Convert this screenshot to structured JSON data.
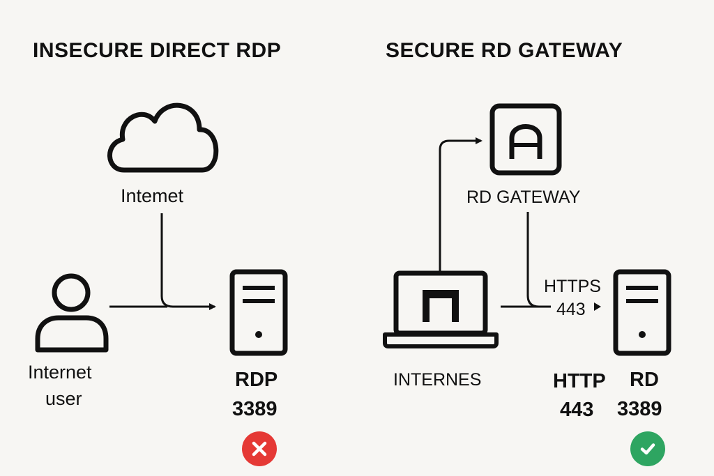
{
  "left_panel": {
    "title": "INSECURE DIRECT RDP",
    "cloud_label": "Intemet",
    "user_label_line1": "Internet",
    "user_label_line2": "user",
    "server_label_line1": "RDP",
    "server_label_line2": "3389",
    "status_icon": "red-x-icon",
    "status_color": "#e53935"
  },
  "right_panel": {
    "title": "SECURE RD  GATEWAY",
    "gateway_label": "RD GATEWAY",
    "laptop_label": "INTERNES",
    "arrow_label_line1": "HTTPS",
    "arrow_label_line2": "443",
    "http_label_line1": "HTTP",
    "http_label_line2": "443",
    "server_label_line1": "RD",
    "server_label_line2": "3389",
    "status_icon": "green-check-icon",
    "status_color": "#2ea561"
  },
  "colors": {
    "background": "#f7f6f3",
    "stroke": "#111111"
  }
}
